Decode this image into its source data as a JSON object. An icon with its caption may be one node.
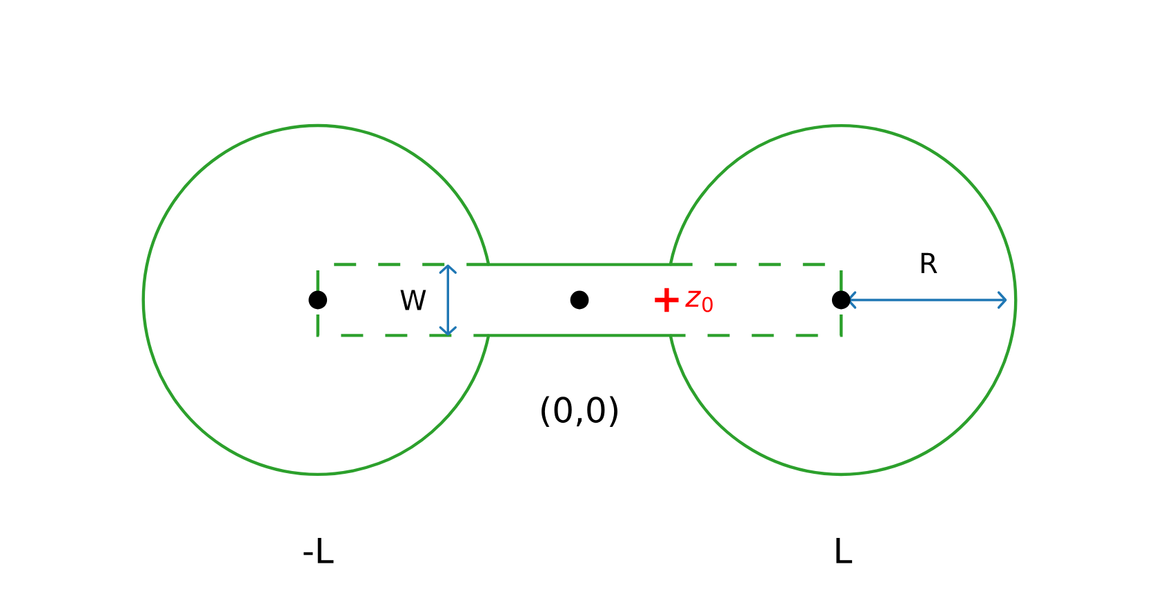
{
  "diagram": {
    "labels": [
      "R",
      "W",
      "*z*$_{0}$",
      "(0,0)",
      "-L",
      "L"
    ]
  }
}
